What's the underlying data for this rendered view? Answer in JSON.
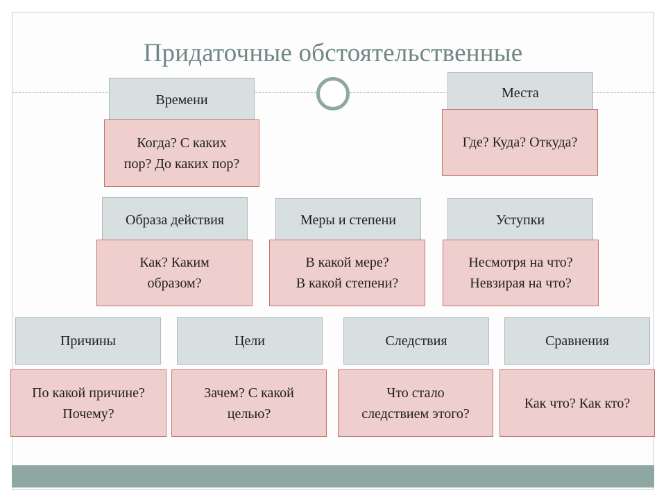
{
  "title": "Придаточные обстоятельственные",
  "categories": [
    {
      "label": "Времени",
      "questions": "Когда? С каких\nпор? До каких пор?"
    },
    {
      "label": "Места",
      "questions": "Где? Куда? Откуда?"
    },
    {
      "label": "Образа действия",
      "questions": "Как? Каким\nобразом?"
    },
    {
      "label": "Меры и степени",
      "questions": "В какой мере?\nВ какой степени?"
    },
    {
      "label": "Уступки",
      "questions": "Несмотря на что?\nНевзирая на что?"
    },
    {
      "label": "Причины",
      "questions": "По какой причине?\nПочему?"
    },
    {
      "label": "Цели",
      "questions": "Зачем? С какой\nцелью?"
    },
    {
      "label": "Следствия",
      "questions": "Что стало\nследствием этого?"
    },
    {
      "label": "Сравнения",
      "questions": "Как что? Как кто?"
    }
  ],
  "colors": {
    "accent": "#8ea7a3",
    "title": "#6f8785",
    "header_fill": "#d7dfe0",
    "question_fill": "#efcfcd",
    "question_border": "#c5726c"
  }
}
